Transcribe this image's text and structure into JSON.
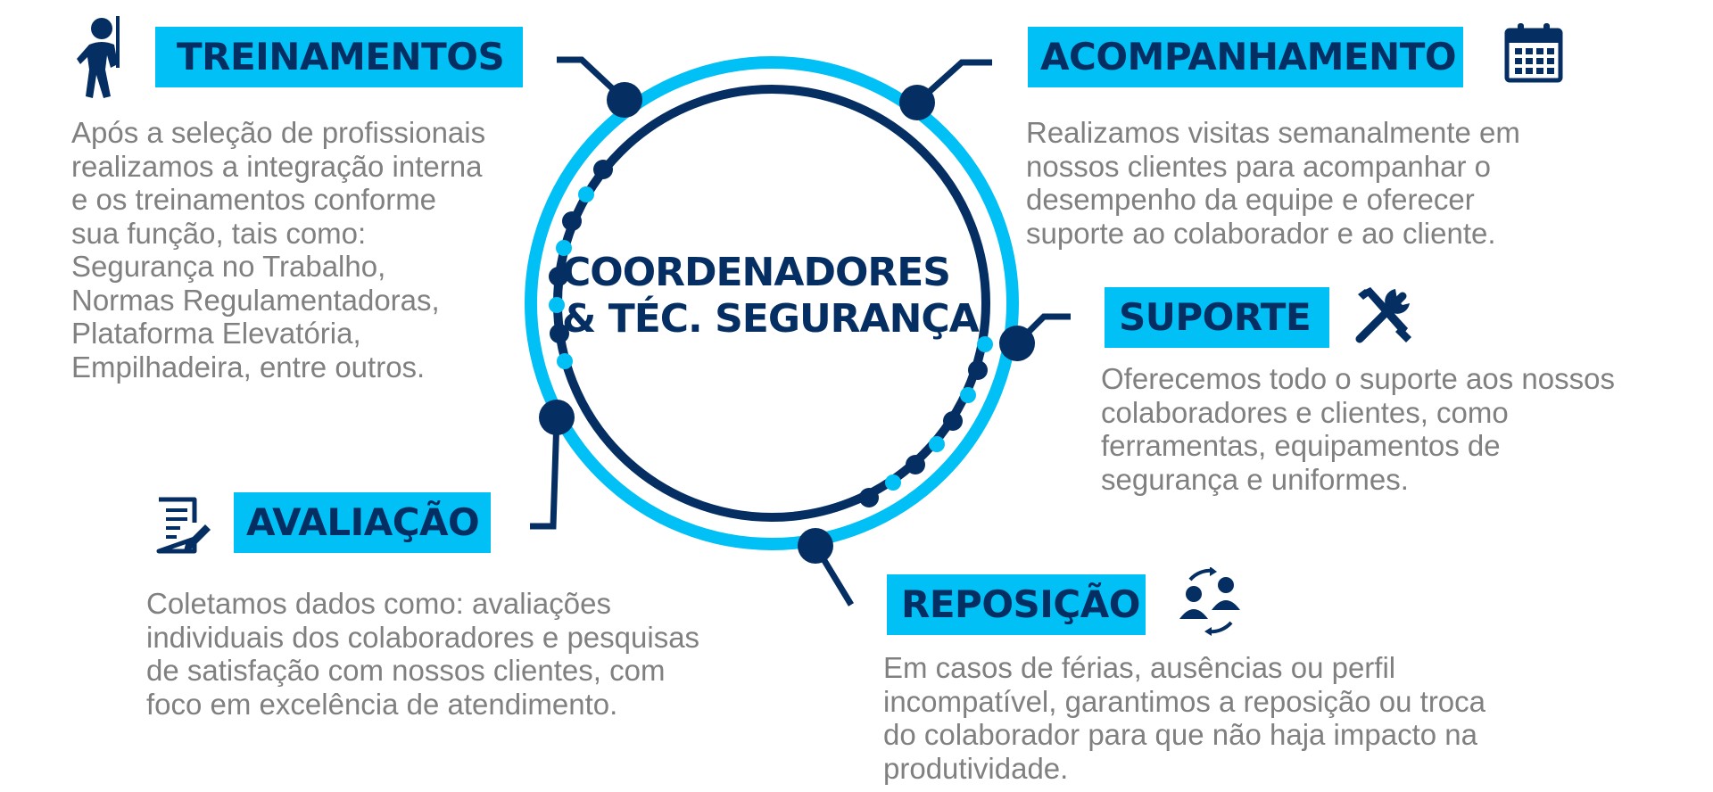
{
  "center": {
    "lines": [
      "COORDENADORES",
      "& TÉC. SEGURANÇA"
    ]
  },
  "sections": [
    {
      "id": "treinamentos",
      "title": "TREINAMENTOS",
      "icon": "harness-worker-icon",
      "lines": [
        "Após a seleção de profissionais",
        "realizamos a integração interna",
        "e os treinamentos conforme",
        "sua função, tais como:",
        "Segurança no Trabalho,",
        "Normas Regulamentadoras,",
        "Plataforma Elevatória,",
        "Empilhadeira, entre outros."
      ]
    },
    {
      "id": "acompanhamento",
      "title": "ACOMPANHAMENTO",
      "icon": "calendar-icon",
      "lines": [
        "Realizamos visitas semanalmente em",
        "nossos clientes para acompanhar o",
        "desempenho da equipe e oferecer",
        "suporte ao colaborador e ao cliente."
      ]
    },
    {
      "id": "suporte",
      "title": "SUPORTE",
      "icon": "tools-icon",
      "lines": [
        "Oferecemos todo o suporte aos nossos",
        "colaboradores e clientes, como",
        "ferramentas, equipamentos de",
        "segurança e uniformes."
      ]
    },
    {
      "id": "avaliacao",
      "title": "AVALIAÇÃO",
      "icon": "form-edit-icon",
      "lines": [
        "Coletamos dados como: avaliações",
        "individuais dos colaboradores e pesquisas",
        "de satisfação com nossos clientes, com",
        "foco em excelência de atendimento."
      ]
    },
    {
      "id": "reposicao",
      "title": "REPOSIÇÃO",
      "icon": "users-swap-icon",
      "lines": [
        "Em casos de férias, ausências ou perfil",
        "incompatível, garantimos a reposição ou troca",
        "do colaborador para que não haja impacto na",
        "produtividade."
      ]
    }
  ],
  "colors": {
    "navy": "#052e63",
    "cyan": "#00c0f5",
    "text_gray": "#808080"
  }
}
